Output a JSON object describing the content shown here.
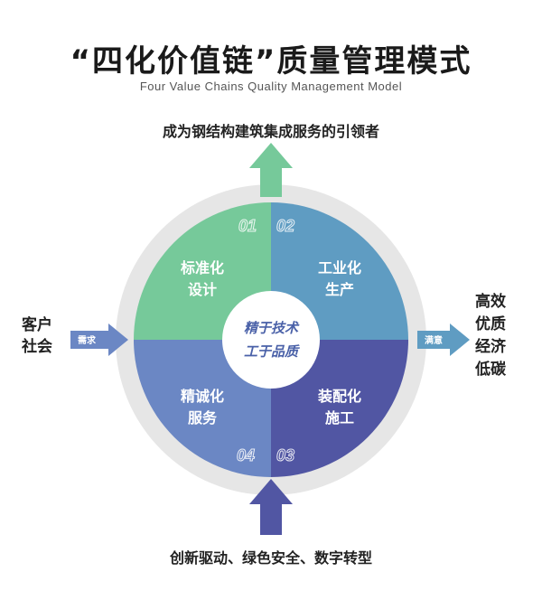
{
  "title": "“四化价值链”质量管理模式",
  "subtitle": "Four Value Chains Quality Management Model",
  "top_goal": "成为钢结构建筑集成服务的引领者",
  "bottom_drivers": "创新驱动、绿色安全、数字转型",
  "left_input": [
    "客户",
    "社会"
  ],
  "left_arrow_label": "需求",
  "right_output": [
    "高效",
    "优质",
    "经济",
    "低碳"
  ],
  "right_arrow_label": "满意",
  "center": [
    "精于技术",
    "工于品质"
  ],
  "segments": [
    {
      "num": "01",
      "lines": [
        "标准化",
        "设计"
      ],
      "color": "#76c99a"
    },
    {
      "num": "02",
      "lines": [
        "工业化",
        "生产"
      ],
      "color": "#5f9cc2"
    },
    {
      "num": "03",
      "lines": [
        "装配化",
        "施工"
      ],
      "color": "#5156a3"
    },
    {
      "num": "04",
      "lines": [
        "精诚化",
        "服务"
      ],
      "color": "#6b87c4"
    }
  ]
}
